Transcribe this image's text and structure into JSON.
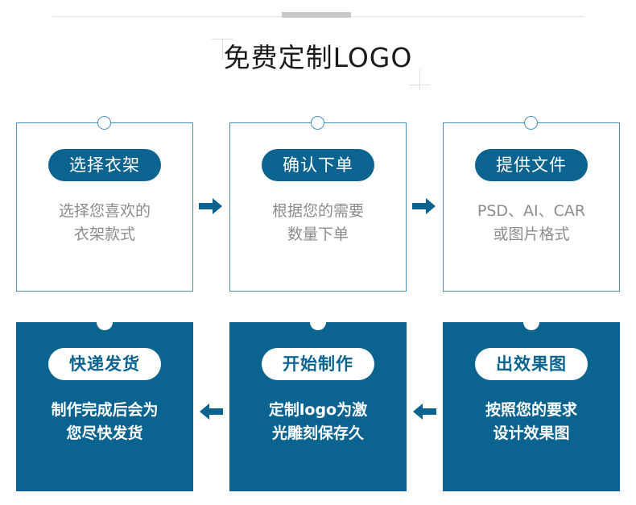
{
  "header": {
    "title": "免费定制LOGO",
    "divider_accent_color": "#c9c9c9",
    "divider_color": "#e3e3e3"
  },
  "theme": {
    "brand_blue": "#0b6390",
    "outline_blue": "#4a90b9",
    "muted_text": "#8c8c8c",
    "white": "#ffffff"
  },
  "steps": [
    {
      "index": "1",
      "badge": "选择衣架",
      "description": "选择您喜欢的\n衣架款式",
      "style": "outline"
    },
    {
      "index": "2",
      "badge": "确认下单",
      "description": "根据您的需要\n数量下单",
      "style": "outline"
    },
    {
      "index": "3",
      "badge": "提供文件",
      "description": "PSD、AI、CAR\n或图片格式",
      "style": "outline"
    },
    {
      "index": "6",
      "badge": "快递发货",
      "description": "制作完成后会为\n您尽快发货",
      "style": "solid"
    },
    {
      "index": "5",
      "badge": "开始制作",
      "description": "定制logo为激\n光雕刻保存久",
      "style": "solid"
    },
    {
      "index": "4",
      "badge": "出效果图",
      "description": "按照您的要求\n设计效果图",
      "style": "solid"
    }
  ],
  "arrows": [
    {
      "name": "arrow-right-1",
      "direction": "right"
    },
    {
      "name": "arrow-right-2",
      "direction": "right"
    },
    {
      "name": "arrow-left-1",
      "direction": "left"
    },
    {
      "name": "arrow-left-2",
      "direction": "left"
    }
  ]
}
